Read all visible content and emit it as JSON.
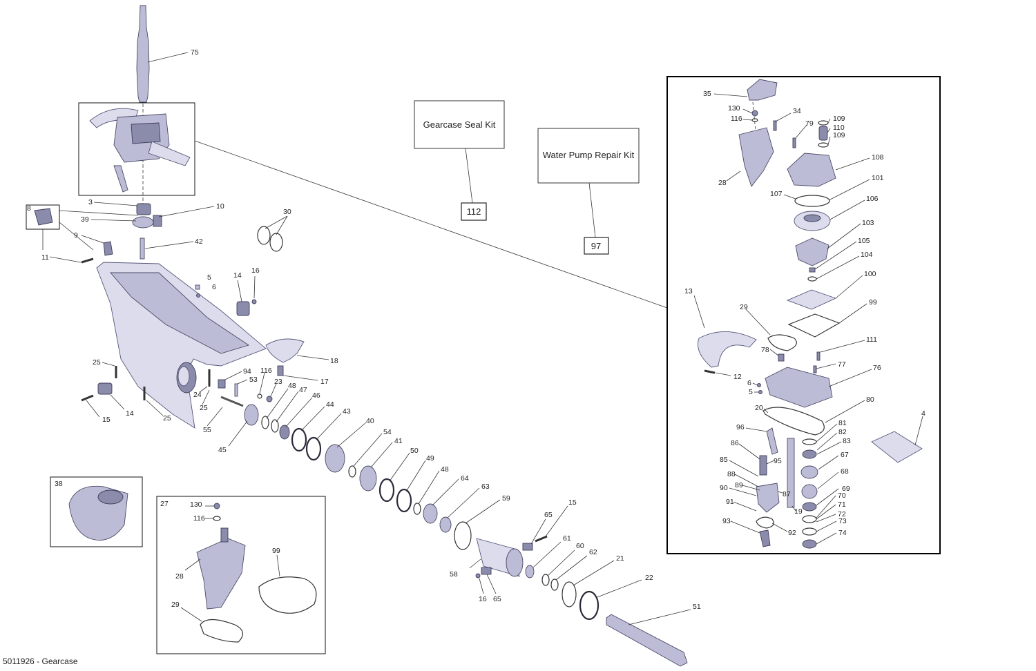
{
  "caption": "5011926 - Gearcase",
  "kits": {
    "seal": {
      "label": "Gearcase Seal Kit",
      "ref": "112"
    },
    "pump": {
      "label": "Water Pump Repair Kit",
      "ref": "97"
    }
  },
  "inset_labels": {
    "pump": "27",
    "gear": "38"
  },
  "callouts": {
    "c75": "75",
    "c3": "3",
    "c10": "10",
    "c8": "8",
    "c39": "39",
    "c9": "9",
    "c42": "42",
    "c11": "11",
    "c30": "30",
    "c5": "5",
    "c6": "6",
    "c14a": "14",
    "c16a": "16",
    "c18": "18",
    "c25a": "25",
    "c94": "94",
    "c116a": "116",
    "c17": "17",
    "c53": "53",
    "c23": "23",
    "c48a": "48",
    "c47": "47",
    "c46": "46",
    "c44": "44",
    "c43": "43",
    "c24": "24",
    "c25b": "25",
    "c14b": "14",
    "c15a": "15",
    "c25c": "25",
    "c55": "55",
    "c45": "45",
    "c40": "40",
    "c54": "54",
    "c41": "41",
    "c50": "50",
    "c49": "49",
    "c48b": "48",
    "c64": "64",
    "c63": "63",
    "c59": "59",
    "c65a": "65",
    "c15b": "15",
    "c61": "61",
    "c60": "60",
    "c62": "62",
    "c21": "21",
    "c58": "58",
    "c16b": "16",
    "c65b": "65",
    "c22": "22",
    "c51": "51",
    "c130a": "130",
    "c116b": "116",
    "c28a": "28",
    "c99a": "99",
    "c29a": "29",
    "r35": "35",
    "r130": "130",
    "r116": "116",
    "r34": "34",
    "r79": "79",
    "r109a": "109",
    "r110": "110",
    "r109b": "109",
    "r28": "28",
    "r108": "108",
    "r107": "107",
    "r101": "101",
    "r106": "106",
    "r103": "103",
    "r105": "105",
    "r104": "104",
    "r100": "100",
    "r13": "13",
    "r29": "29",
    "r99": "99",
    "r111": "111",
    "r78": "78",
    "r77": "77",
    "r76": "76",
    "r12": "12",
    "r6": "6",
    "r5": "5",
    "r20": "20",
    "r80": "80",
    "r4": "4",
    "r96": "96",
    "r81": "81",
    "r82": "82",
    "r83": "83",
    "r86": "86",
    "r95": "95",
    "r67": "67",
    "r85": "85",
    "r88": "88",
    "r68": "68",
    "r90": "90",
    "r89": "89",
    "r87": "87",
    "r69": "69",
    "r91": "91",
    "r19": "19",
    "r70": "70",
    "r71": "71",
    "r72": "72",
    "r93": "93",
    "r92": "92",
    "r73": "73",
    "r74": "74"
  }
}
